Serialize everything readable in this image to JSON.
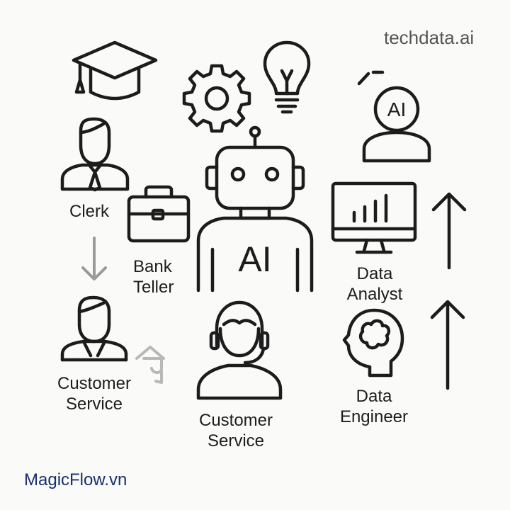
{
  "watermark_top": "techdata.ai",
  "watermark_bottom": "MagicFlow.vn",
  "robot_badge": "AI",
  "scientist_badge": "AI",
  "labels": {
    "clerk": "Clerk",
    "bank_teller_line1": "Bank",
    "bank_teller_line2": "Teller",
    "customer_service_left_line1": "Customer",
    "customer_service_left_line2": "Service",
    "customer_service_center_line1": "Customer",
    "customer_service_center_line2": "Service",
    "data_analyst_line1": "Data",
    "data_analyst_line2": "Analyst",
    "data_engineer_line1": "Data",
    "data_engineer_line2": "Engineer"
  },
  "colors": {
    "stroke": "#1c1c1c",
    "muted_arrow": "#9a9a9a",
    "background": "#fafaf8",
    "watermark_top": "#555555",
    "watermark_bottom": "#1a2f6b"
  }
}
